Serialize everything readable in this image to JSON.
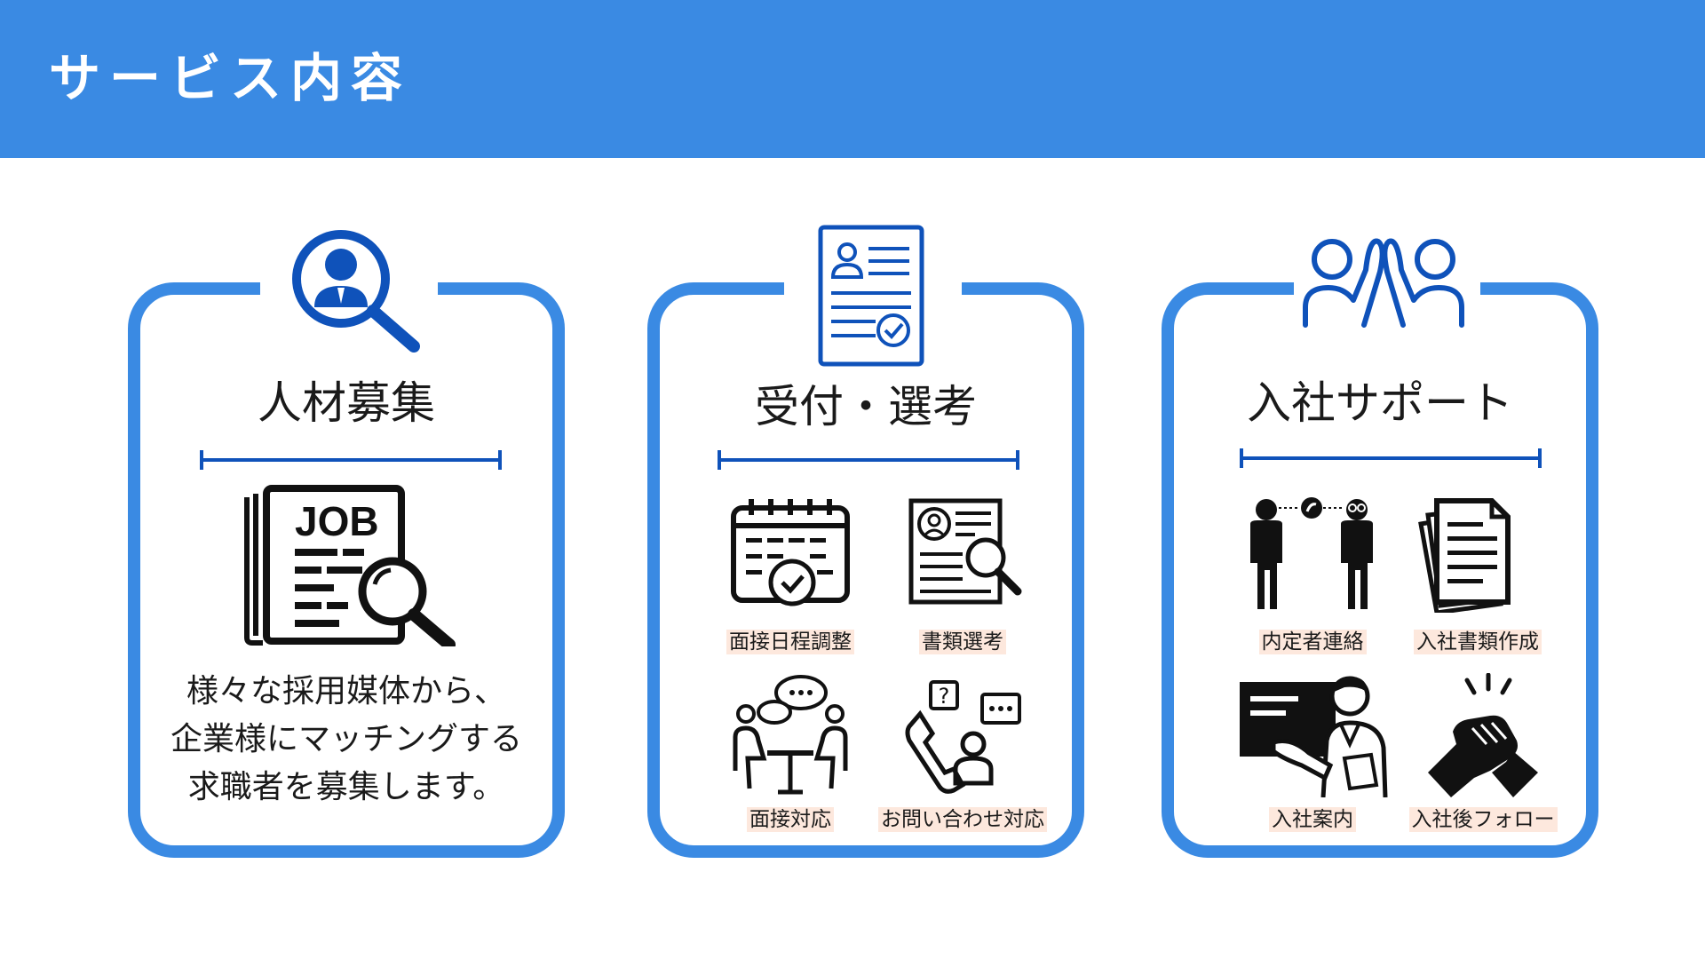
{
  "header": {
    "title": "サービス内容"
  },
  "cards": [
    {
      "title": "人材募集",
      "icon": "search-person-icon",
      "illustration": {
        "icon": "job-newspaper-icon",
        "text": "JOB"
      },
      "description": [
        "様々な採用媒体から、",
        "企業様にマッチングする",
        "求職者を募集します。"
      ]
    },
    {
      "title": "受付・選考",
      "icon": "resume-check-icon",
      "items": [
        {
          "label": "面接日程調整",
          "icon": "calendar-check-icon"
        },
        {
          "label": "書類選考",
          "icon": "document-search-icon"
        },
        {
          "label": "面接対応",
          "icon": "interview-icon"
        },
        {
          "label": "お問い合わせ対応",
          "icon": "phone-inquiry-icon"
        }
      ]
    },
    {
      "title": "入社サポート",
      "icon": "high-five-icon",
      "items": [
        {
          "label": "内定者連絡",
          "icon": "phone-call-people-icon"
        },
        {
          "label": "入社書類作成",
          "icon": "documents-icon"
        },
        {
          "label": "入社案内",
          "icon": "presentation-icon"
        },
        {
          "label": "入社後フォロー",
          "icon": "handshake-icon"
        }
      ]
    }
  ],
  "colors": {
    "accent": "#3a8ae3",
    "icon_blue": "#0f52ba",
    "label_bg": "#fde8dd"
  }
}
